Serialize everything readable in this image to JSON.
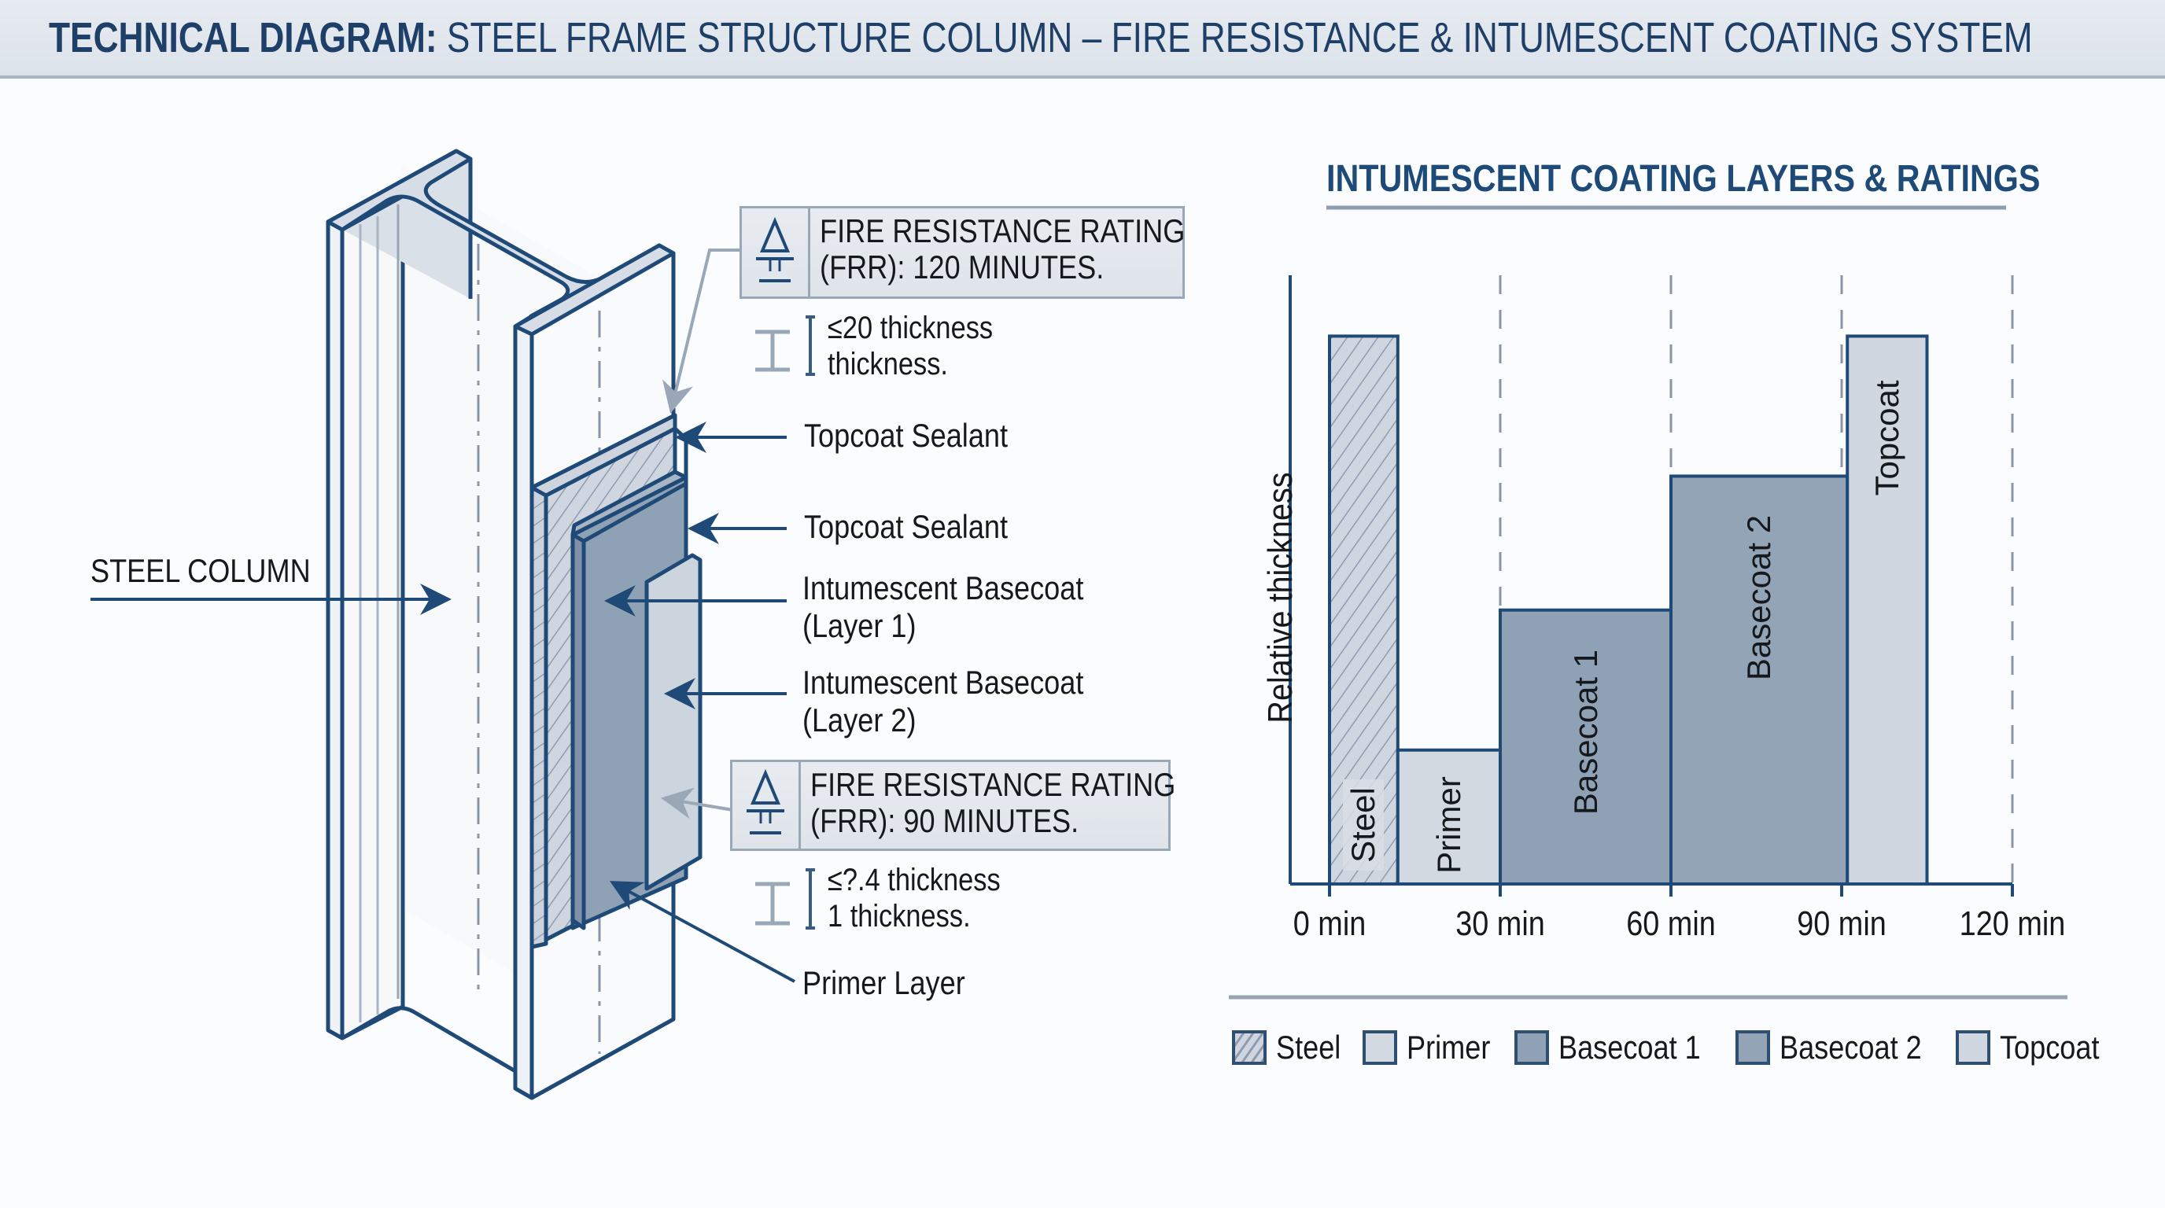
{
  "header": {
    "title_bold": "TECHNICAL DIAGRAM:",
    "title_rest": " STEEL FRAME STRUCTURE COLUMN – FIRE RESISTANCE & INTUMESCENT COATING SYSTEM"
  },
  "diagram": {
    "steel_column_label": "STEEL COLUMN",
    "callouts": [
      "Topcoat Sealant",
      "Topcoat Sealant",
      "Intumescent Basecoat\n(Layer 1)",
      "Intumescent Basecoat\n(Layer 2)",
      "Primer Layer"
    ],
    "callout_lines": {
      "c0": "Topcoat Sealant",
      "c1": "Topcoat Sealant",
      "c2a": "Intumescent Basecoat",
      "c2b": "(Layer 1)",
      "c3a": "Intumescent Basecoat",
      "c3b": "(Layer 2)",
      "c4": "Primer Layer"
    },
    "frr_boxes": [
      {
        "line1": "FIRE RESISTANCE RATING",
        "line2": "(FRR): 120 MINUTES.",
        "icon": "fire-rating-icon",
        "thickness_line1": "≤20 thickness",
        "thickness_line2": "thickness."
      },
      {
        "line1": "FIRE RESISTANCE RATING",
        "line2": "(FRR): 90 MINUTES.",
        "icon": "fire-rating-icon",
        "thickness_line1": "≤?.4 thickness",
        "thickness_line2": "1 thickness."
      }
    ]
  },
  "colors": {
    "outline": "#1f4a78",
    "steel_fill": "#cfd6df",
    "primer_fill": "#d3d9e1",
    "basecoat1_fill": "#8fa1b4",
    "basecoat2_fill": "#93a4b7",
    "topcoat_fill": "#d0d7e0",
    "grid": "#8a96a6",
    "accent": "#1e4a78"
  },
  "chart_data": {
    "type": "bar",
    "title": "INTUMESCENT COATING LAYERS & RATINGS",
    "xlabel": "",
    "ylabel": "Relative thickness",
    "x_ticks": [
      "0 min",
      "30 min",
      "60 min",
      "90 min",
      "120 min"
    ],
    "x_range": [
      0,
      120
    ],
    "grid": "vertical dashed at 30, 60, 90, 120",
    "ylim": [
      0,
      1
    ],
    "bars": [
      {
        "name": "Steel",
        "x_start": 0,
        "x_end": 12,
        "value": 0.9,
        "pattern": "hatched"
      },
      {
        "name": "Primer",
        "x_start": 12,
        "x_end": 30,
        "value": 0.22
      },
      {
        "name": "Basecoat 1",
        "x_start": 30,
        "x_end": 60,
        "value": 0.45
      },
      {
        "name": "Basecoat 2",
        "x_start": 60,
        "x_end": 91,
        "value": 0.67
      },
      {
        "name": "Topcoat",
        "x_start": 91,
        "x_end": 105,
        "value": 0.9
      }
    ],
    "legend": [
      "Steel",
      "Primer",
      "Basecoat 1",
      "Basecoat 2",
      "Topcoat"
    ],
    "legend_position": "bottom"
  }
}
